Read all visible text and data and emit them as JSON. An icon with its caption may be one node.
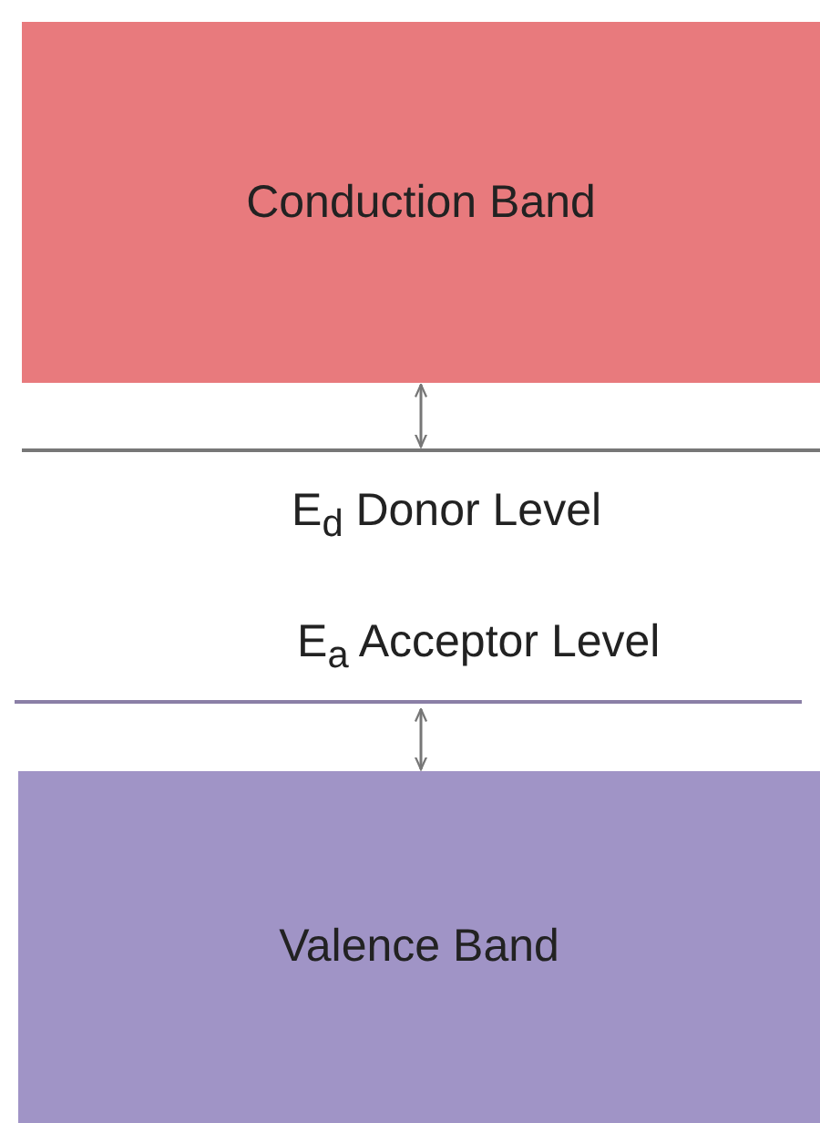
{
  "diagram": {
    "nodes": [
      {
        "text": [
          "Conduction Band"
        ]
      },
      {
        "text": [
          "E$_{d}$ Donor Level"
        ]
      },
      {
        "text": [
          "E$_{a}$ Acceptor Level"
        ]
      },
      {
        "text": [
          "Valence Band"
        ]
      }
    ],
    "edges": [
      {
        "from": 0,
        "to": 1,
        "arrow": "both"
      },
      {
        "from": 2,
        "to": 3,
        "arrow": "both"
      }
    ]
  }
}
